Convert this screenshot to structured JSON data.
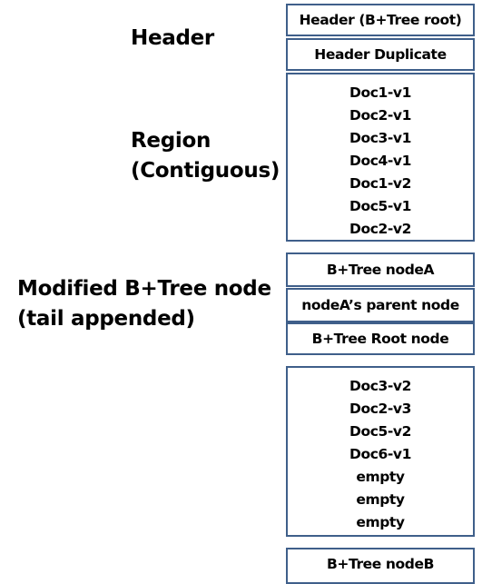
{
  "labels": {
    "header": "Header",
    "region_line1": "Region",
    "region_line2": "(Contiguous)",
    "modified_line1": "Modified B+Tree node",
    "modified_line2": "(tail appended)"
  },
  "boxes": {
    "header_root": "Header (B+Tree root)",
    "header_duplicate": "Header Duplicate",
    "region_docs": [
      "Doc1-v1",
      "Doc2-v1",
      "Doc3-v1",
      "Doc4-v1",
      "Doc1-v2",
      "Doc5-v1",
      "Doc2-v2"
    ],
    "node_a": "B+Tree nodeA",
    "node_a_parent": "nodeA’s parent node",
    "root_node": "B+Tree Root node",
    "region2_docs": [
      "Doc3-v2",
      "Doc2-v3",
      "Doc5-v2",
      "Doc6-v1",
      "empty",
      "empty",
      "empty"
    ],
    "node_b": "B+Tree nodeB"
  },
  "colors": {
    "box_border": "#3f5f8a",
    "text": "#000000",
    "background": "#ffffff"
  }
}
